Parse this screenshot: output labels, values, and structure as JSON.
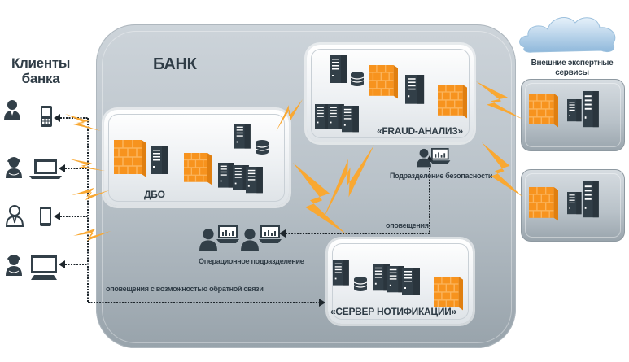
{
  "clients": {
    "title_line1": "Клиенты",
    "title_line2": "банка",
    "items": [
      {
        "person": "man-suit",
        "device": "mobile-phone"
      },
      {
        "person": "woman",
        "device": "laptop"
      },
      {
        "person": "man-shirt",
        "device": "smartphone"
      },
      {
        "person": "woman",
        "device": "desktop-computer"
      }
    ]
  },
  "bank": {
    "title": "БАНК",
    "dbo": {
      "label": "ДБО"
    },
    "fraud": {
      "label": "«FRAUD-АНАЛИЗ»"
    },
    "notification": {
      "label": "«СЕРВЕР НОТИФИКАЦИИ»"
    },
    "security_dept": {
      "label": "Подразделение безопасности"
    },
    "operations_dept": {
      "label": "Операционное подразделение"
    },
    "alerts_label": "оповещения",
    "feedback_alerts_label": "оповещения с возможностью обратной связи"
  },
  "external": {
    "title_line1": "Внешние экспертные",
    "title_line2": "сервисы",
    "icon": "cloud-icon"
  },
  "colors": {
    "accent_orange": "#f7931e",
    "dark_server": "#323f48",
    "bank_bg": "#b9c2c9",
    "text": "#2f3c46"
  }
}
